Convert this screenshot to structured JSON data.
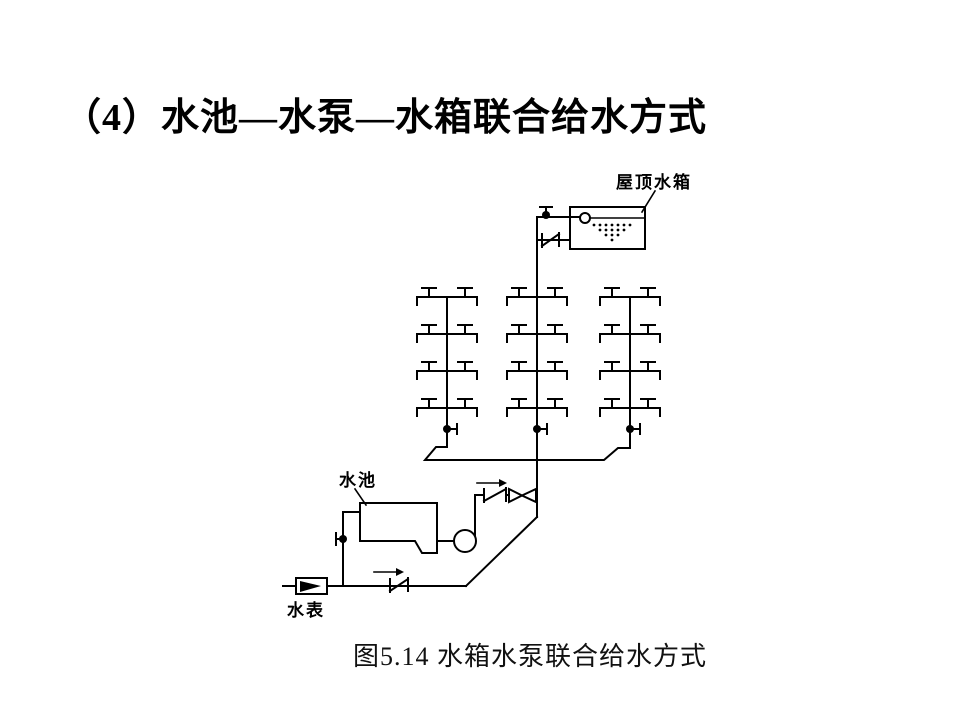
{
  "slide": {
    "title": "（4）水池—水泵—水箱联合给水方式",
    "figure_caption": "图5.14  水箱水泵联合给水方式"
  },
  "diagram": {
    "labels": {
      "roof_tank": "屋顶水箱",
      "pool": "水池",
      "water_meter": "水表"
    },
    "structure": {
      "risers": 3,
      "floors_per_riser": 4,
      "taps_per_floor": 2
    },
    "colors": {
      "line": "#000000",
      "background": "#ffffff"
    }
  }
}
